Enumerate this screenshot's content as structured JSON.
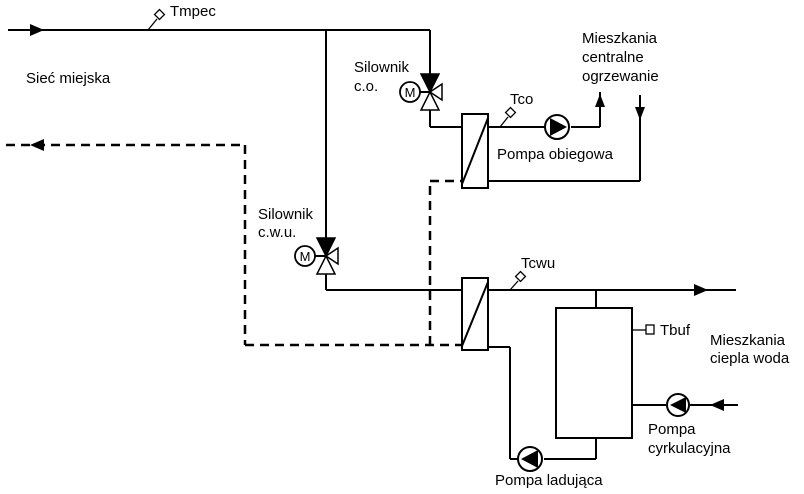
{
  "labels": {
    "network": "Sieć miejska",
    "t_supply": "Tmpec",
    "actuator_co_line1": "Silownik",
    "actuator_co_line2": "c.o.",
    "actuator_cwu_line1": "Silownik",
    "actuator_cwu_line2": "c.w.u.",
    "t_co": "Tco",
    "t_cwu": "Tcwu",
    "t_buf": "Tbuf",
    "heating_line1": "Mieszkania",
    "heating_line2": "centralne",
    "heating_line3": "ogrzewanie",
    "circ_pump": "Pompa obiegowa",
    "hot_water_line1": "Mieszkania",
    "hot_water_line2": "ciepla woda",
    "circulation_line1": "Pompa",
    "circulation_line2": "cyrkulacyjna",
    "charging_pump": "Pompa ladująca",
    "motor_symbol": "M"
  }
}
